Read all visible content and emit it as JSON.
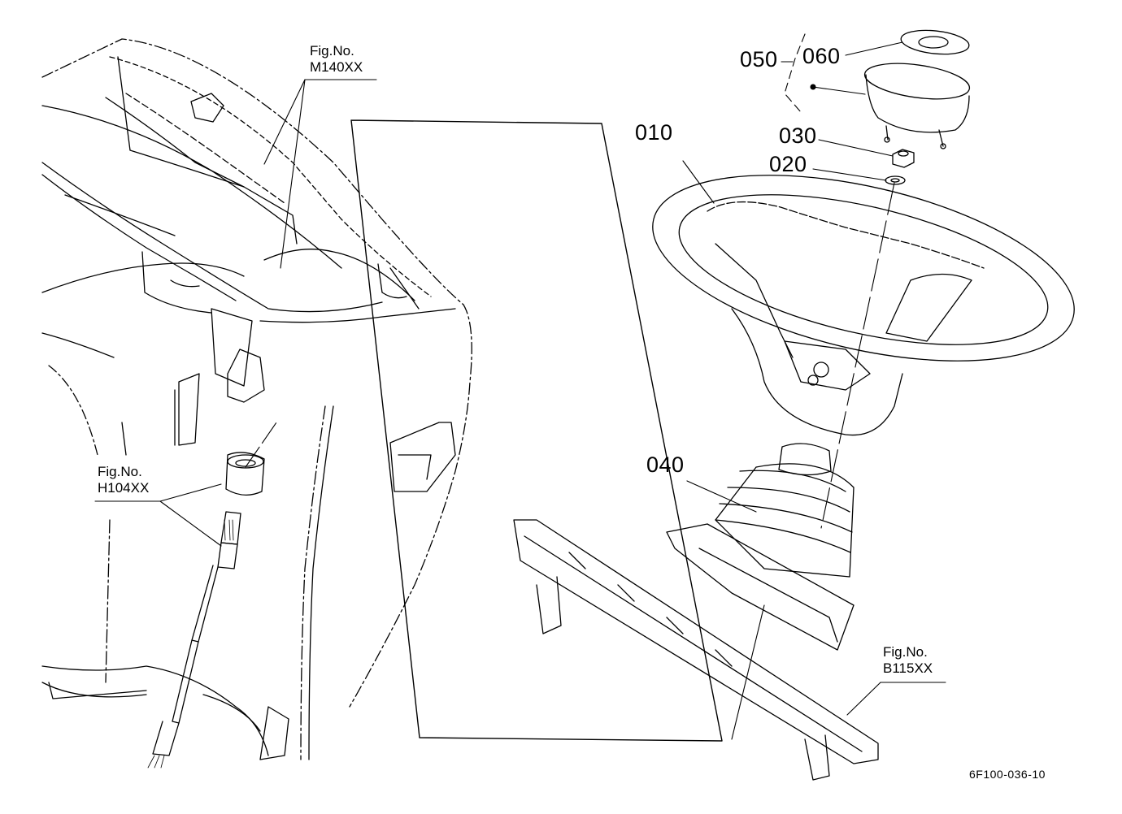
{
  "callouts": [
    {
      "id": "010",
      "text": "010"
    },
    {
      "id": "020",
      "text": "020"
    },
    {
      "id": "030",
      "text": "030"
    },
    {
      "id": "040",
      "text": "040"
    },
    {
      "id": "050",
      "text": "050"
    },
    {
      "id": "060",
      "text": "060"
    }
  ],
  "figure_refs": [
    {
      "line1": "Fig.No.",
      "line2": "M140XX"
    },
    {
      "line1": "Fig.No.",
      "line2": "H104XX"
    },
    {
      "line1": "Fig.No.",
      "line2": "B115XX"
    }
  ],
  "drawing_code": "6F100-036-10",
  "colors": {
    "ink": "#000000",
    "background": "#ffffff"
  }
}
